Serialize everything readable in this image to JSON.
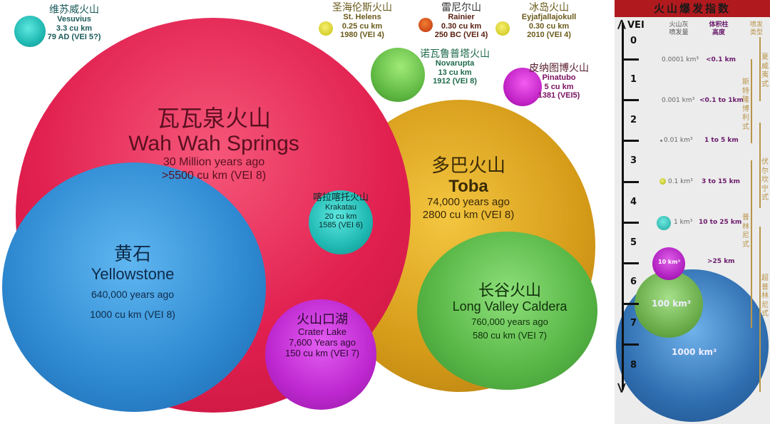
{
  "volcanoes": {
    "wahwah": {
      "cn": "瓦瓦泉火山",
      "en": "Wah Wah Springs",
      "l1": "30 Million years ago",
      "l2": ">5500 cu km (VEI 8)"
    },
    "toba": {
      "cn": "多巴火山",
      "en": "Toba",
      "l1": "74,000 years ago",
      "l2": "2800 cu km (VEI 8)"
    },
    "yellowstone": {
      "cn": "黄石",
      "en": "Yellowstone",
      "l1": "640,000 years ago",
      "l2": "1000 cu km (VEI 8)"
    },
    "longvalley": {
      "cn": "长谷火山",
      "en": "Long Valley Caldera",
      "l1": "760,000 years ago",
      "l2": "580 cu km (VEI 7)"
    },
    "craterlake": {
      "cn": "火山口湖",
      "en": "Crater Lake",
      "l1": "7,600 Years ago",
      "l2": "150 cu km (VEI 7)"
    },
    "krakatau": {
      "cn": "喀拉喀托火山",
      "en": "Krakatau",
      "l1": "20 cu km",
      "l2": "1585 (VEI 6)"
    },
    "novarupta": {
      "cn": "诺瓦鲁普塔火山",
      "en": "Novarupta",
      "l1": "13 cu km",
      "l2": "1912 (VEI 8)"
    },
    "pinatubo": {
      "cn": "皮纳图博火山",
      "en": "Pinatubo",
      "l1": "5 cu km",
      "l2": "1381 (VEI5)"
    },
    "vesuvius": {
      "cn": "维苏威火山",
      "en": "Vesuvius",
      "l1": "3.3 cu km",
      "l2": "79 AD (VEI 5?)"
    },
    "sthelens": {
      "cn": "圣海伦斯火山",
      "en": "St. Helens",
      "l1": "0.25 cu km",
      "l2": "1980 (VEI 4)"
    },
    "rainier": {
      "cn": "雷尼尔山",
      "en": "Rainier",
      "l1": "0.30 cu km",
      "l2": "250 BC (VEI 4)"
    },
    "eyja": {
      "cn": "冰岛火山",
      "en": "Eyjafjallajokull",
      "l1": "0.30 cu km",
      "l2": "2010 (VEI 4)"
    }
  },
  "panel": {
    "title": "火山爆发指数",
    "axis_label": "VEI",
    "col_ash": "火山灰\n喷发量",
    "col_height": "体积柱\n高度",
    "col_type": "喷发\n类型",
    "levels": [
      "0",
      "1",
      "2",
      "3",
      "4",
      "5",
      "6",
      "7",
      "8"
    ],
    "rows": [
      {
        "ash": "0.0001 km³",
        "height": "<0.1 km"
      },
      {
        "ash": "0.001 km³",
        "height": "<0.1 to 1km"
      },
      {
        "ash": "0.01 km³",
        "height": "1 to 5 km"
      },
      {
        "ash": "0.1 km³",
        "height": "3 to 15 km"
      },
      {
        "ash": "1 km³",
        "height": "10 to 25 km"
      },
      {
        "ash": "10 km³",
        "height": ">25 km"
      },
      {
        "ash": "100 km³",
        "height": ""
      },
      {
        "ash": "1000 km³",
        "height": ""
      }
    ],
    "types": [
      "夏威夷式",
      "斯特隆博利式",
      "伏尔坎宁式",
      "普林尼式",
      "超普林尼式"
    ]
  }
}
